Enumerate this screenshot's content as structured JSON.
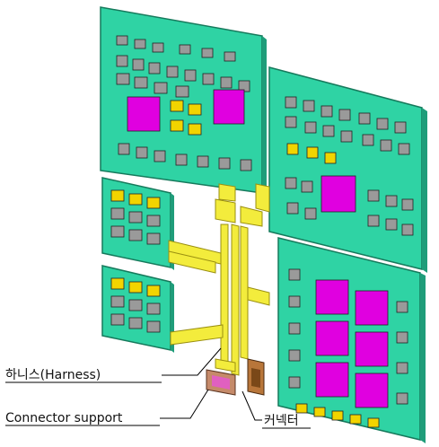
{
  "labels": {
    "harness": "하니스(Harness)",
    "connector_support": "Connector support",
    "connector": "커넥터"
  },
  "colors": {
    "board": "#33d7a8",
    "board_edge": "#1a8a6a",
    "chip_gray": "#9a9a9a",
    "chip_magenta": "#e000e0",
    "chip_yellow": "#f2d400",
    "harness": "#f5ef3a",
    "connector_brown": "#b8763a"
  }
}
